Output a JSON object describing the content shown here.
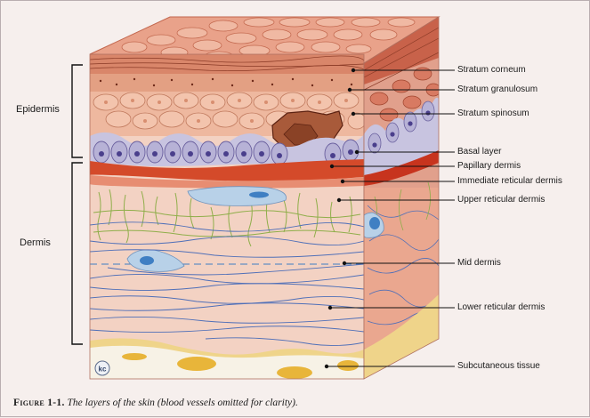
{
  "labels": {
    "stratum_corneum": "Stratum corneum",
    "stratum_granulosum": "Stratum granulosum",
    "stratum_spinosum": "Stratum spinosum",
    "basal_layer": "Basal layer",
    "papillary_dermis": "Papillary dermis",
    "immediate_reticular_dermis": "Immediate reticular dermis",
    "upper_reticular_dermis": "Upper reticular dermis",
    "mid_dermis": "Mid dermis",
    "lower_reticular_dermis": "Lower reticular dermis",
    "subcutaneous_tissue": "Subcutaneous tissue"
  },
  "side_labels": {
    "epidermis": "Epidermis",
    "dermis": "Dermis"
  },
  "caption": {
    "figure_number": "Figure 1-1.",
    "text": "The layers of the skin (blood vessels omitted for clarity)."
  },
  "logo_text": "kc",
  "colors": {
    "dermis": "#f3d2c3",
    "side_face": "#e1a08c",
    "corneum": "#d9866a",
    "basal_cell": "#b7b2d6",
    "nucleus": "#4a3f8c",
    "papillary": "#d44a2a",
    "fat": "#e8b53a",
    "fibers_green": "#8fae4a",
    "fibers_blue": "#4f6fb8"
  }
}
